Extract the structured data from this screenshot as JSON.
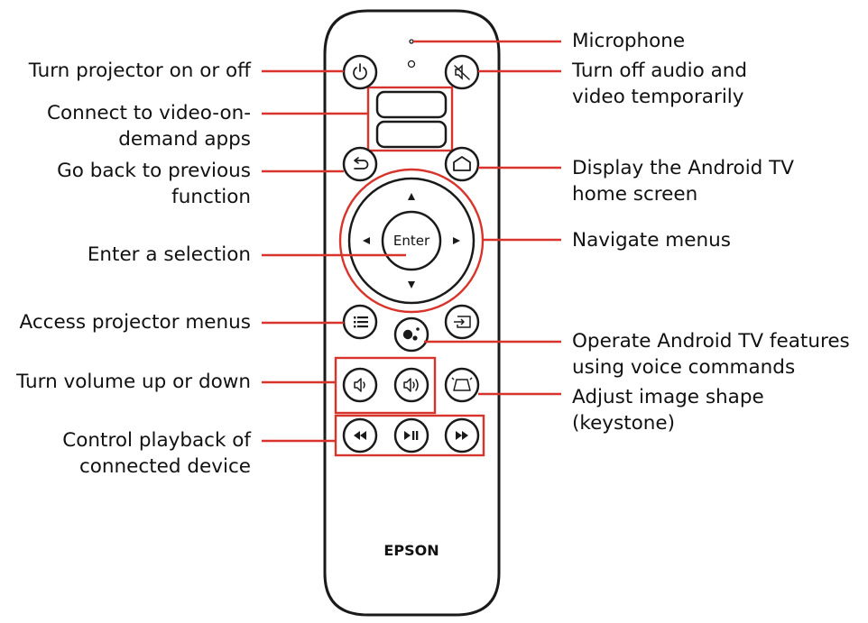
{
  "colors": {
    "callout": "#d9342b",
    "outline": "#1a1a1a"
  },
  "remote": {
    "brand": "EPSON",
    "enter_label": "Enter"
  },
  "labels": {
    "power": "Turn projector on or off",
    "vod": "Connect to video-on-\ndemand apps",
    "back": "Go back to previous\nfunction",
    "enter": "Enter a selection",
    "menu": "Access projector menus",
    "volume": "Turn volume up or down",
    "playback": "Control playback of\nconnected device",
    "microphone": "Microphone",
    "av_mute": "Turn off audio and\nvideo temporarily",
    "home": "Display the Android TV\nhome screen",
    "navigate": "Navigate menus",
    "assistant": "Operate Android TV features\nusing voice commands",
    "keystone": "Adjust image shape\n(keystone)"
  },
  "icons": [
    "power-icon",
    "av-mute-icon",
    "back-icon",
    "home-icon",
    "arrow-up-icon",
    "arrow-down-icon",
    "arrow-left-icon",
    "arrow-right-icon",
    "menu-icon",
    "input-icon",
    "google-assistant-icon",
    "volume-down-icon",
    "volume-up-icon",
    "keystone-icon",
    "rewind-icon",
    "play-pause-icon",
    "fast-forward-icon"
  ]
}
